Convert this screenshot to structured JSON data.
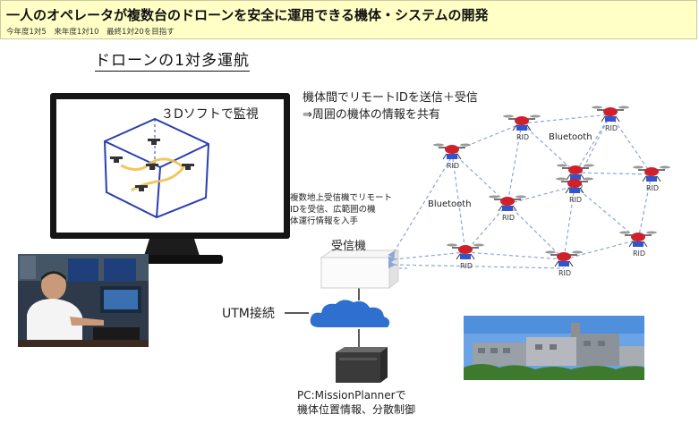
{
  "header": {
    "title": "一人のオペレータが複数台のドローンを安全に運用できる機体・システムの開発",
    "subtitle": "今年度1対5　来年度1対10　最終1対20を目指す"
  },
  "section_title": "ドローンの1対多運航",
  "monitor": {
    "label": "３Dソフトで監視"
  },
  "comm": {
    "line1": "機体間でリモートIDを送信＋受信",
    "line2": "⇒周囲の機体の情報を共有"
  },
  "ground": {
    "line1": "複数地上受信機でリモート",
    "line2": "IDを受信、広範囲の機",
    "line3": "体運行情報を入手"
  },
  "receiver": {
    "label": "受信機"
  },
  "utm": {
    "label": "UTM接続"
  },
  "pc": {
    "line1": "PC:MissionPlannerで",
    "line2": "機体位置情報、分散制御"
  },
  "network": {
    "bluetooth_label": "Bluetooth",
    "rid_label": "RID"
  },
  "colors": {
    "banner_bg": "#ffffc6",
    "arrow": "#8fa6d8",
    "drone_red": "#d0202a",
    "rid_blue": "#3355cc",
    "cube": "#2a3fb0"
  }
}
